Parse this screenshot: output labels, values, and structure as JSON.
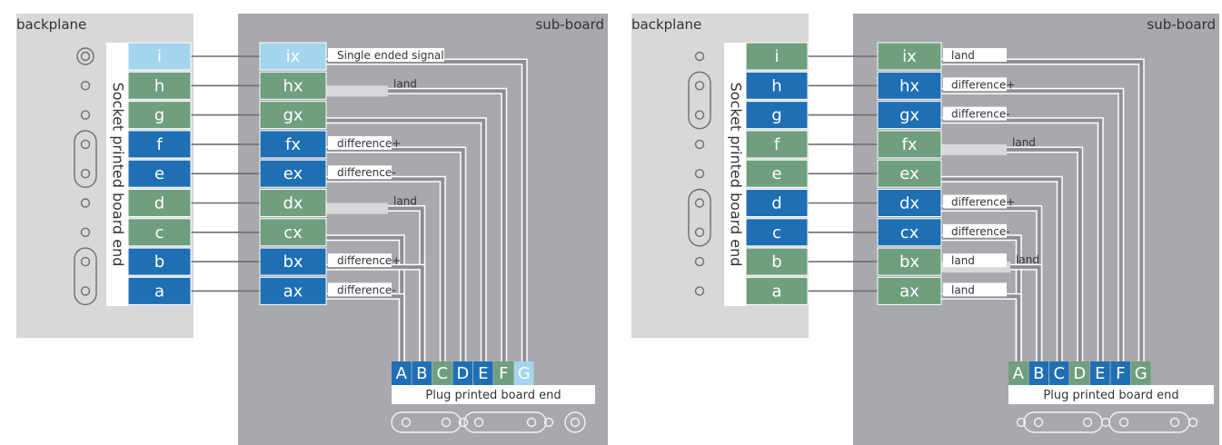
{
  "colors": {
    "panel": "#d8d8d9",
    "subboard": "#a8a9ad",
    "trace": "#8e8f94",
    "white": "#ffffff",
    "dark_blue": "#1e6fb4",
    "green": "#6f9f7e",
    "light_blue": "#a3d5ee",
    "text": "#333333"
  },
  "diagrams": [
    {
      "backplane_label": "backplane",
      "subboard_label": "sub-board",
      "socket_label": "Socket printed board end",
      "plug_label": "Plug printed board end",
      "socket_pins": [
        {
          "label": "i",
          "color": "light_blue"
        },
        {
          "label": "h",
          "color": "green"
        },
        {
          "label": "g",
          "color": "green"
        },
        {
          "label": "f",
          "color": "dark_blue"
        },
        {
          "label": "e",
          "color": "dark_blue"
        },
        {
          "label": "d",
          "color": "green"
        },
        {
          "label": "c",
          "color": "green"
        },
        {
          "label": "b",
          "color": "dark_blue"
        },
        {
          "label": "a",
          "color": "dark_blue"
        }
      ],
      "plug_rows": [
        {
          "label": "ix",
          "color": "light_blue",
          "signal": "Single ended signal"
        },
        {
          "label": "hx",
          "color": "green",
          "signal": ""
        },
        {
          "label": "gx",
          "color": "green",
          "signal": ""
        },
        {
          "label": "fx",
          "color": "dark_blue",
          "signal": "difference+"
        },
        {
          "label": "ex",
          "color": "dark_blue",
          "signal": "difference-"
        },
        {
          "label": "dx",
          "color": "green",
          "signal": ""
        },
        {
          "label": "cx",
          "color": "green",
          "signal": ""
        },
        {
          "label": "bx",
          "color": "dark_blue",
          "signal": "difference+"
        },
        {
          "label": "ax",
          "color": "dark_blue",
          "signal": "difference-"
        }
      ],
      "lands": [
        {
          "label": "land"
        },
        {
          "label": "land"
        }
      ],
      "plug_pins": [
        {
          "label": "A",
          "color": "dark_blue"
        },
        {
          "label": "B",
          "color": "dark_blue"
        },
        {
          "label": "C",
          "color": "green"
        },
        {
          "label": "D",
          "color": "dark_blue"
        },
        {
          "label": "E",
          "color": "dark_blue"
        },
        {
          "label": "F",
          "color": "green"
        },
        {
          "label": "G",
          "color": "light_blue"
        }
      ]
    },
    {
      "backplane_label": "backplane",
      "subboard_label": "sub-board",
      "socket_label": "Socket printed board end",
      "plug_label": "Plug printed board end",
      "socket_pins": [
        {
          "label": "i",
          "color": "green"
        },
        {
          "label": "h",
          "color": "dark_blue"
        },
        {
          "label": "g",
          "color": "dark_blue"
        },
        {
          "label": "f",
          "color": "green"
        },
        {
          "label": "e",
          "color": "green"
        },
        {
          "label": "d",
          "color": "dark_blue"
        },
        {
          "label": "c",
          "color": "dark_blue"
        },
        {
          "label": "b",
          "color": "green"
        },
        {
          "label": "a",
          "color": "green"
        }
      ],
      "plug_rows": [
        {
          "label": "ix",
          "color": "green",
          "signal": "land"
        },
        {
          "label": "hx",
          "color": "dark_blue",
          "signal": "difference+"
        },
        {
          "label": "gx",
          "color": "dark_blue",
          "signal": "difference-"
        },
        {
          "label": "fx",
          "color": "green",
          "signal": ""
        },
        {
          "label": "ex",
          "color": "green",
          "signal": ""
        },
        {
          "label": "dx",
          "color": "dark_blue",
          "signal": "difference+"
        },
        {
          "label": "cx",
          "color": "dark_blue",
          "signal": "difference-"
        },
        {
          "label": "bx",
          "color": "green",
          "signal": "land"
        },
        {
          "label": "ax",
          "color": "green",
          "signal": "land"
        }
      ],
      "lands": [
        {
          "label": "land"
        }
      ],
      "plug_pins": [
        {
          "label": "A",
          "color": "green"
        },
        {
          "label": "B",
          "color": "dark_blue"
        },
        {
          "label": "C",
          "color": "dark_blue"
        },
        {
          "label": "D",
          "color": "green"
        },
        {
          "label": "E",
          "color": "dark_blue"
        },
        {
          "label": "F",
          "color": "dark_blue"
        },
        {
          "label": "G",
          "color": "green"
        }
      ]
    }
  ]
}
